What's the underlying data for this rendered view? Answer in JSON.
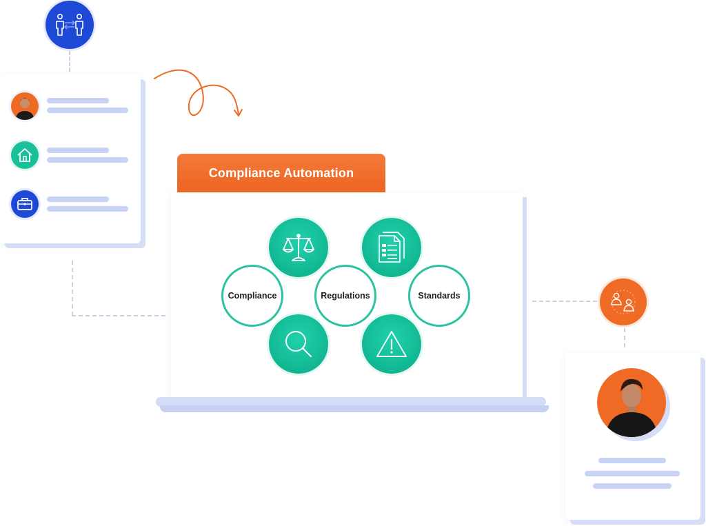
{
  "diagram": {
    "title": "Compliance Automation",
    "labels": {
      "compliance": "Compliance",
      "regulations": "Regulations",
      "standards": "Standards"
    },
    "icons": {
      "top_left_badge": "people-exchange-icon",
      "scales": "scales-icon",
      "documents": "documents-icon",
      "search": "magnifier-icon",
      "warning": "warning-icon",
      "right_badge": "users-icon",
      "home": "home-icon",
      "briefcase": "briefcase-icon"
    }
  },
  "colors": {
    "accent_orange": "#ef6a25",
    "teal": "#12b792",
    "blue_badge": "#1e49d6",
    "card_shadow": "#d6ddf7",
    "placeholder_bar": "#c8d2f4"
  }
}
